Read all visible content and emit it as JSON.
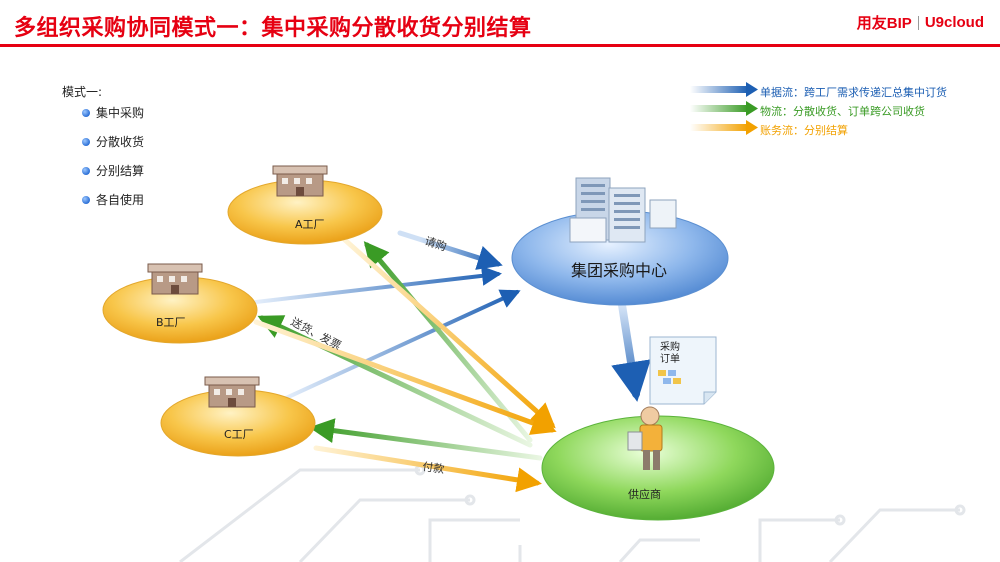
{
  "header": {
    "title": "多组织采购协同模式一：集中采购分散收货分别结算",
    "brand_primary": "用友BIP",
    "brand_secondary": "U9cloud"
  },
  "mode": {
    "title": "模式一:",
    "bullets": [
      "集中采购",
      "分散收货",
      "分别结算",
      "各自使用"
    ]
  },
  "legend": [
    {
      "label": "单据流：跨工厂需求传递汇总集中订货",
      "color": "#1d5fb3"
    },
    {
      "label": "物流：分散收货、订单跨公司收货",
      "color": "#3a9b25"
    },
    {
      "label": "账务流：分别结算",
      "color": "#f2a100"
    }
  ],
  "nodes": {
    "factory_a": "A工厂",
    "factory_b": "B工厂",
    "factory_c": "C工厂",
    "center": "集团采购中心",
    "supplier": "供应商",
    "po_doc": [
      "采购",
      "订单"
    ]
  },
  "flow_labels": {
    "request": "请购",
    "deliver": "送货、发票",
    "payment": "付款"
  },
  "colors": {
    "brand_red": "#e60012",
    "document_flow": "#1d5fb3",
    "logistics_flow": "#3a9b25",
    "accounting_flow": "#f2a100"
  }
}
